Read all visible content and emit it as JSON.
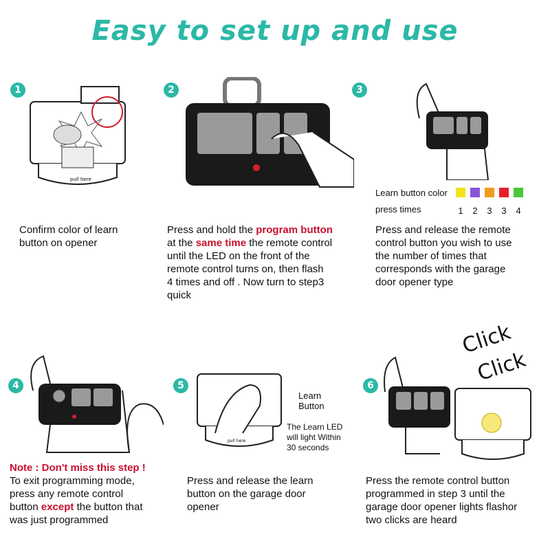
{
  "title": "Easy to set up and use",
  "colors": {
    "accent": "#2bb8a7",
    "highlight": "#c8102e"
  },
  "steps": [
    {
      "number": "1",
      "text": "Confirm color of learn\nbutton on opener"
    },
    {
      "number": "2",
      "text_parts": [
        "Press and hold the ",
        "program button",
        "\nat the ",
        "same time",
        " the remote control\nuntil the LED on  the front of the\nremote control turns on, then  flash\n4 times and off . Now turn to step3\nquick"
      ]
    },
    {
      "number": "3",
      "text": "Press and release the remote\ncontrol button   you wish to use\nthe number of times that\ncorresponds with the garage\ndoor opener type"
    },
    {
      "number": "4",
      "note_title": "Note : Don't miss this step !",
      "text_parts": [
        "To exit programming mode,\npress any remote  control\nbutton ",
        "except",
        " the button that\nwas just  programmed"
      ]
    },
    {
      "number": "5",
      "text": "Press and release the learn\nbutton on the garage door\nopener"
    },
    {
      "number": "6",
      "text": "Press the remote control button\nprogrammed in step 3 until the\ngarage door opener lights flashor\ntwo clicks are heard"
    }
  ],
  "legend": {
    "label_color": "Learn button color",
    "label_press": "press times",
    "swatches": [
      "#f5e21a",
      "#8a55d6",
      "#f29a1f",
      "#e5202a",
      "#4cc63a"
    ],
    "press_times": [
      "1",
      "2",
      "3",
      "3",
      "4"
    ]
  },
  "step5_callout": {
    "learn_button": "Learn\nButton",
    "led_note": "The Learn LED\nwill light Within\n30 seconds"
  },
  "click_words": [
    "Click",
    "Click"
  ],
  "opener_label": "pull here"
}
